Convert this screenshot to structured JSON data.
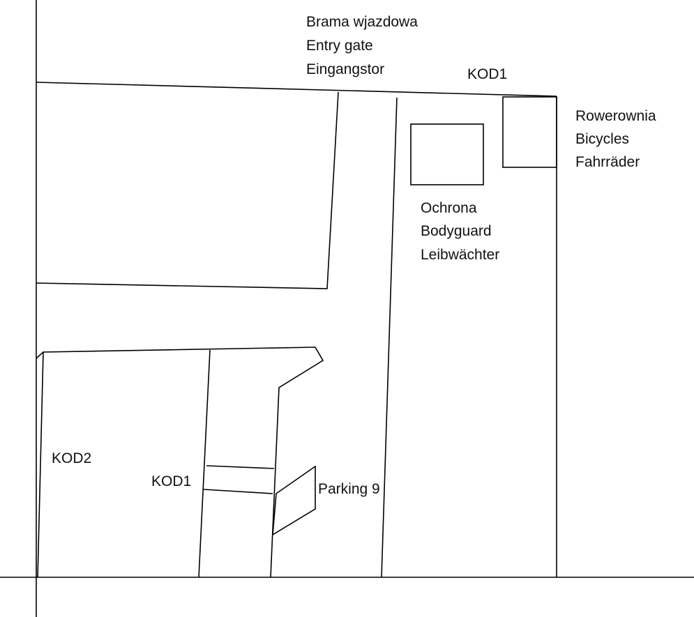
{
  "entry_gate": {
    "line1": "Brama wjazdowa",
    "line2": "Entry gate",
    "line3": "Eingangstor"
  },
  "kod1_top": "KOD1",
  "bicycles": {
    "line1": "Rowerownia",
    "line2": "Bicycles",
    "line3": "Fahrräder"
  },
  "security": {
    "line1": "Ochrona",
    "line2": "Bodyguard",
    "line3": "Leibwächter"
  },
  "kod2": "KOD2",
  "kod1_bottom": "KOD1",
  "parking": "Parking 9",
  "colors": {
    "ink": "#000000",
    "background": "#ffffff"
  }
}
